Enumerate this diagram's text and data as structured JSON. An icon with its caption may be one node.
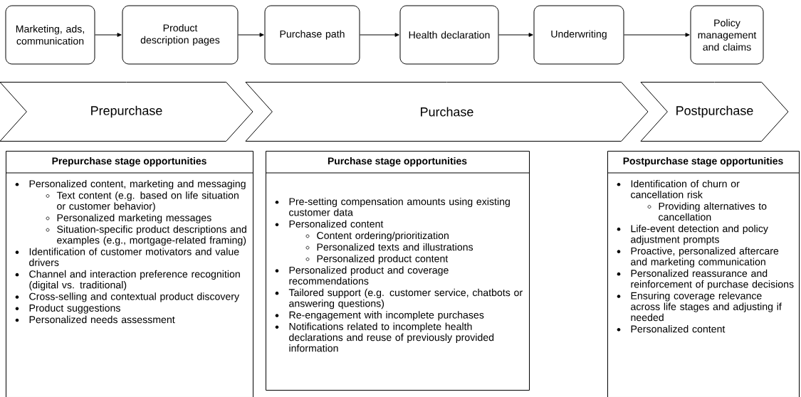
{
  "diagram": {
    "nodes": [
      {
        "text": [
          "Marketing, ads, communication"
        ]
      },
      {
        "text": [
          "Product description pages"
        ]
      },
      {
        "text": [
          "Purchase path"
        ]
      },
      {
        "text": [
          "Health declaration"
        ]
      },
      {
        "text": [
          "Underwriting"
        ]
      },
      {
        "text": [
          "Policy management and claims"
        ]
      },
      {
        "text": [
          "Prepurchase"
        ]
      },
      {
        "text": [
          "Purchase"
        ]
      },
      {
        "text": [
          "Postpurchase"
        ]
      },
      {
        "text": [
          "Prepurchase stage opportunities",
          "Personalized content, marketing and messaging",
          "Text content (e.g. based on life situation or customer behavior)",
          "Personalized marketing messages",
          "Situation-specific product descriptions and examples (e.g., mortgage-related framing)",
          "Identification of customer motivators and value drivers",
          "Channel and interaction preference recognition (digital vs. traditional)",
          "Cross-selling and contextual product discovery",
          "Product suggestions",
          "Personalized needs assessment"
        ]
      },
      {
        "text": [
          "Purchase stage opportunities",
          "Pre-setting compensation amounts using existing customer data",
          "Personalized content",
          "Content ordering/prioritization",
          "Personalized texts and illustrations",
          "Personalized product content",
          "Personalized product and coverage recommendations",
          "Tailored support (e.g. customer service, chatbots or answering questions)",
          "Re-engagement with incomplete purchases",
          "Notifications related to incomplete health declarations and reuse of previously provided information"
        ]
      },
      {
        "text": [
          "Postpurchase stage opportunities",
          "Identification of churn or cancellation risk",
          "Providing alternatives to cancellation",
          "Life-event detection and policy adjustment prompts",
          "Proactive, personalized aftercare and marketing communication",
          "Personalized reassurance and reinforcement of purchase decisions",
          "Ensuring coverage relevance across life stages and adjusting if needed",
          "Personalized content"
        ]
      }
    ],
    "edges": [
      {
        "from": 0,
        "to": 1,
        "arrow": "to"
      },
      {
        "from": 1,
        "to": 2,
        "arrow": "to"
      },
      {
        "from": 2,
        "to": 3,
        "arrow": "to"
      },
      {
        "from": 3,
        "to": 4,
        "arrow": "to"
      },
      {
        "from": 4,
        "to": 5,
        "arrow": "to"
      }
    ]
  }
}
